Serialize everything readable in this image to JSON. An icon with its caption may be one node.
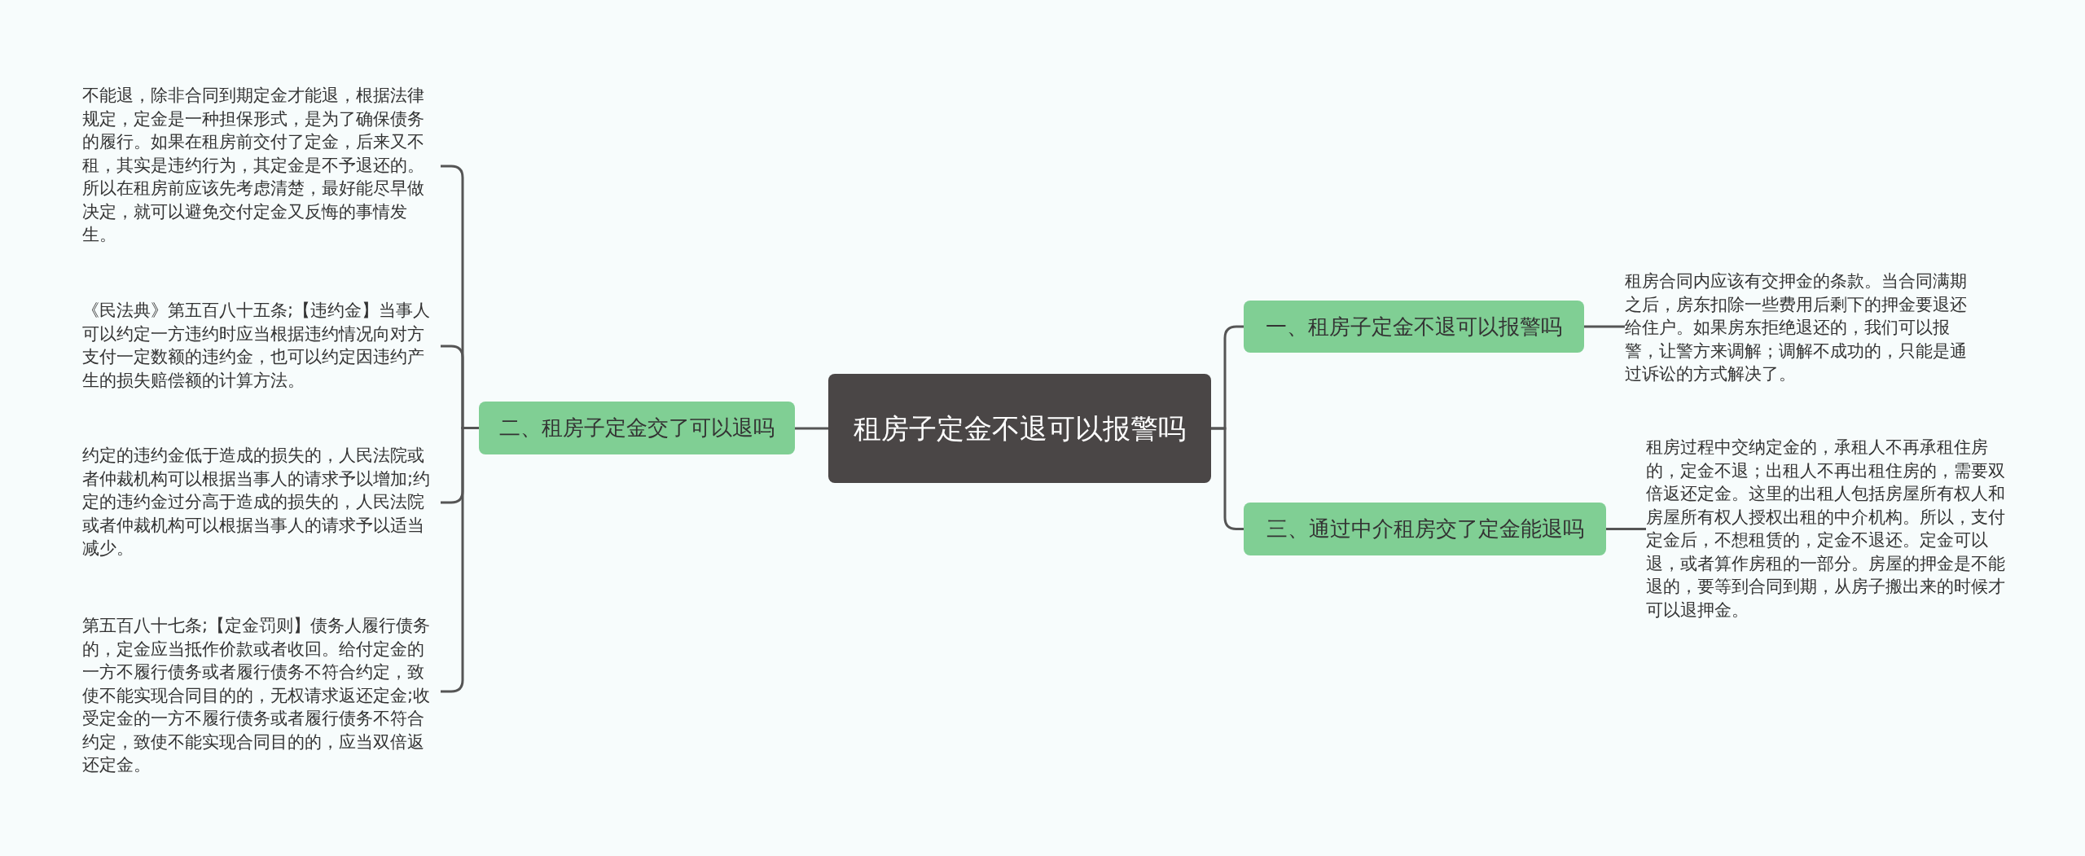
{
  "diagram": {
    "nodes": [
      {
        "text": [
          "租房子定金不退可以报警吗"
        ]
      },
      {
        "text": [
          "一、租房子定金不退可以报警吗"
        ]
      },
      {
        "text": [
          "租房合同内应该有交押金的条款。当合同满期之后，房东扣除一些费用后剩下的押金要退还给住户。如果房东拒绝退还的，我们可以报警，让警方来调解；调解不成功的，只能是通过诉讼的方式解决了。"
        ]
      },
      {
        "text": [
          "二、租房子定金交了可以退吗"
        ]
      },
      {
        "text": [
          "不能退，除非合同到期定金才能退，根据法律规定，定金是一种担保形式，是为了确保债务的履行。如果在租房前交付了定金，后来又不租，其实是违约行为，其定金是不予退还的。所以在租房前应该先考虑清楚，最好能尽早做决定，就可以避免交付定金又反悔的事情发生。"
        ]
      },
      {
        "text": [
          "《民法典》第五百八十五条;【违约金】当事人可以约定一方违约时应当根据违约情况向对方支付一定数额的违约金，也可以约定因违约产生的损失赔偿额的计算方法。"
        ]
      },
      {
        "text": [
          "约定的违约金低于造成的损失的，人民法院或者仲裁机构可以根据当事人的请求予以增加;约定的违约金过分高于造成的损失的，人民法院或者仲裁机构可以根据当事人的请求予以适当减少。"
        ]
      },
      {
        "text": [
          "第五百八十七条;【定金罚则】债务人履行债务的，定金应当抵作价款或者收回。给付定金的一方不履行债务或者履行债务不符合约定，致使不能实现合同目的的，无权请求返还定金;收受定金的一方不履行债务或者履行债务不符合约定，致使不能实现合同目的的，应当双倍返还定金。"
        ]
      },
      {
        "text": [
          "三、通过中介租房交了定金能退吗"
        ]
      },
      {
        "text": [
          "租房过程中交纳定金的，承租人不再承租住房的，定金不退；出租人不再出租住房的，需要双倍返还定金。这里的出租人包括房屋所有权人和房屋所有权人授权出租的中介机构。所以，支付定金后，不想租赁的，定金不退还。定金可以退，或者算作房租的一部分。房屋的押金是不能退的，要等到合同到期，从房子搬出来的时候才可以退押金。"
        ]
      }
    ],
    "edges": [
      {
        "from": 0,
        "to": 1,
        "arrow": "none"
      },
      {
        "from": 1,
        "to": 2,
        "arrow": "none"
      },
      {
        "from": 0,
        "to": 3,
        "arrow": "none"
      },
      {
        "from": 3,
        "to": 4,
        "arrow": "none"
      },
      {
        "from": 3,
        "to": 5,
        "arrow": "none"
      },
      {
        "from": 3,
        "to": 6,
        "arrow": "none"
      },
      {
        "from": 3,
        "to": 7,
        "arrow": "none"
      },
      {
        "from": 0,
        "to": 8,
        "arrow": "none"
      },
      {
        "from": 8,
        "to": 9,
        "arrow": "none"
      }
    ]
  }
}
